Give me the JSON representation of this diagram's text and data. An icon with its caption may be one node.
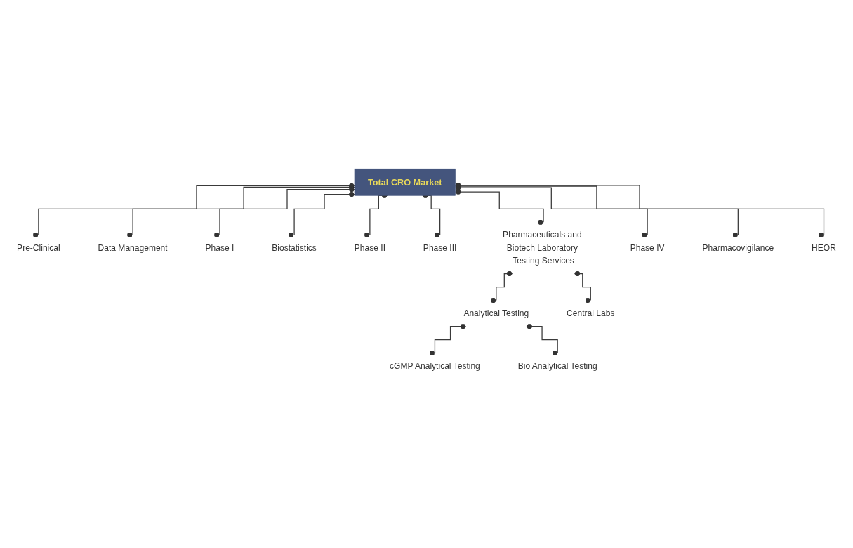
{
  "diagram": {
    "nodes": [
      {
        "text": [
          "Total CRO Market"
        ]
      },
      {
        "text": [
          "Pre-Clinical"
        ]
      },
      {
        "text": [
          "Data Management"
        ]
      },
      {
        "text": [
          "Phase I"
        ]
      },
      {
        "text": [
          "Biostatistics"
        ]
      },
      {
        "text": [
          "Phase II"
        ]
      },
      {
        "text": [
          "Phase III"
        ]
      },
      {
        "text": [
          "Pharmaceuticals and Biotech Laboratory Testing Services"
        ]
      },
      {
        "text": [
          "Phase IV"
        ]
      },
      {
        "text": [
          "Pharmacovigilance"
        ]
      },
      {
        "text": [
          "HEOR"
        ]
      },
      {
        "text": [
          "Analytical Testing"
        ]
      },
      {
        "text": [
          "Central Labs"
        ]
      },
      {
        "text": [
          "cGMP Analytical Testing"
        ]
      },
      {
        "text": [
          "Bio Analytical Testing"
        ]
      }
    ],
    "edges": [
      {
        "from": 0,
        "to": 1,
        "arrow": "other"
      },
      {
        "from": 0,
        "to": 2,
        "arrow": "other"
      },
      {
        "from": 0,
        "to": 3,
        "arrow": "other"
      },
      {
        "from": 0,
        "to": 4,
        "arrow": "other"
      },
      {
        "from": 0,
        "to": 5,
        "arrow": "other"
      },
      {
        "from": 0,
        "to": 6,
        "arrow": "other"
      },
      {
        "from": 0,
        "to": 7,
        "arrow": "other"
      },
      {
        "from": 0,
        "to": 8,
        "arrow": "other"
      },
      {
        "from": 0,
        "to": 9,
        "arrow": "other"
      },
      {
        "from": 0,
        "to": 10,
        "arrow": "other"
      },
      {
        "from": 7,
        "to": 11,
        "arrow": "other"
      },
      {
        "from": 7,
        "to": 12,
        "arrow": "other"
      },
      {
        "from": 11,
        "to": 13,
        "arrow": "other"
      },
      {
        "from": 11,
        "to": 14,
        "arrow": "other"
      }
    ]
  }
}
